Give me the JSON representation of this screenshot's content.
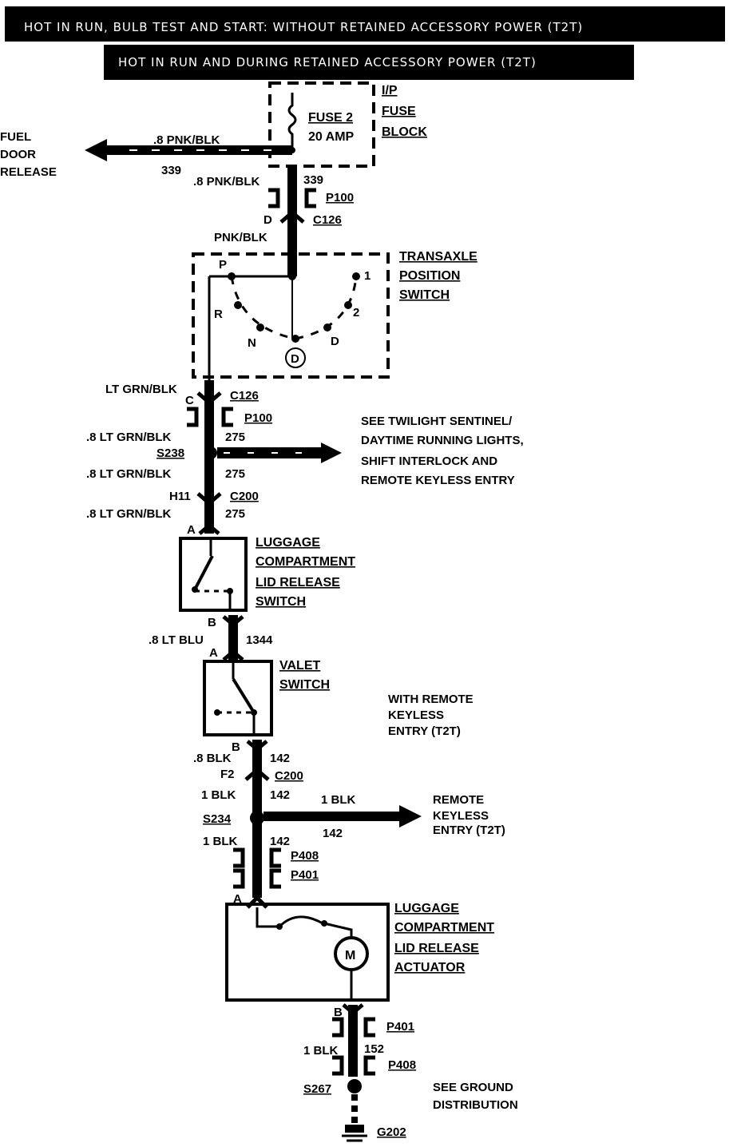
{
  "banners": {
    "top": "HOT IN RUN, BULB TEST AND START: WITHOUT RETAINED ACCESSORY POWER (T2T)",
    "second": "HOT IN RUN AND DURING RETAINED ACCESSORY POWER (T2T)"
  },
  "fuse_block": {
    "fuse_name": "FUSE 2",
    "fuse_rating": "20 AMP",
    "label_lines": [
      "I/P",
      "FUSE",
      "BLOCK"
    ]
  },
  "fuel_door": {
    "label_lines": [
      "FUEL",
      "DOOR",
      "RELEASE"
    ],
    "wire_label": ".8 PNK/BLK",
    "circuit": "339"
  },
  "upper_feed": {
    "wire_label": ".8 PNK/BLK",
    "circuit": "339",
    "p100": "P100",
    "d_pin": "D",
    "c126": "C126",
    "pnk_blk": "PNK/BLK"
  },
  "transaxle": {
    "label_lines": [
      "TRANSAXLE",
      "POSITION",
      "SWITCH"
    ],
    "positions": {
      "p": "P",
      "r": "R",
      "n": "N",
      "d": "D",
      "two": "2",
      "one": "1",
      "circled_d": "D"
    }
  },
  "lower_feed": {
    "lt_grn_blk": "LT GRN/BLK",
    "c_pin": "C",
    "c126": "C126",
    "p100": "P100",
    "wire1": ".8 LT GRN/BLK",
    "circuit1": "275",
    "splice": "S238",
    "wire2": ".8 LT GRN/BLK",
    "circuit2": "275",
    "h11": "H11",
    "c200": "C200",
    "wire3": ".8 LT GRN/BLK",
    "circuit3": "275",
    "a_pin": "A"
  },
  "see_twilight": {
    "lines": [
      "SEE TWILIGHT SENTINEL/",
      "DAYTIME RUNNING LIGHTS,",
      "SHIFT INTERLOCK AND",
      "REMOTE KEYLESS ENTRY"
    ]
  },
  "lid_switch": {
    "label_lines": [
      "LUGGAGE",
      "COMPARTMENT",
      "LID RELEASE",
      "SWITCH"
    ],
    "b_pin": "B",
    "wire": ".8 LT BLU",
    "circuit": "1344",
    "a_pin": "A"
  },
  "valet": {
    "label_lines": [
      "VALET",
      "SWITCH"
    ],
    "note_lines": [
      "WITH REMOTE",
      "KEYLESS",
      "ENTRY (T2T)"
    ],
    "b_pin": "B",
    "wire": ".8 BLK",
    "circuit": "142",
    "f2": "F2",
    "c200": "C200"
  },
  "lower_black": {
    "wire1": "1 BLK",
    "circuit1": "142",
    "splice": "S234",
    "branch_wire": "1 BLK",
    "branch_circuit": "142",
    "remote_lines": [
      "REMOTE",
      "KEYLESS",
      "ENTRY (T2T)"
    ],
    "wire2": "1 BLK",
    "circuit2": "142",
    "p408": "P408",
    "p401": "P401",
    "a_pin": "A"
  },
  "actuator": {
    "label_lines": [
      "LUGGAGE",
      "COMPARTMENT",
      "LID RELEASE",
      "ACTUATOR"
    ],
    "motor": "M",
    "b_pin": "B"
  },
  "ground": {
    "p401": "P401",
    "wire": "1 BLK",
    "circuit": "152",
    "p408": "P408",
    "splice": "S267",
    "see_lines": [
      "SEE GROUND",
      "DISTRIBUTION"
    ],
    "g": "G202"
  }
}
